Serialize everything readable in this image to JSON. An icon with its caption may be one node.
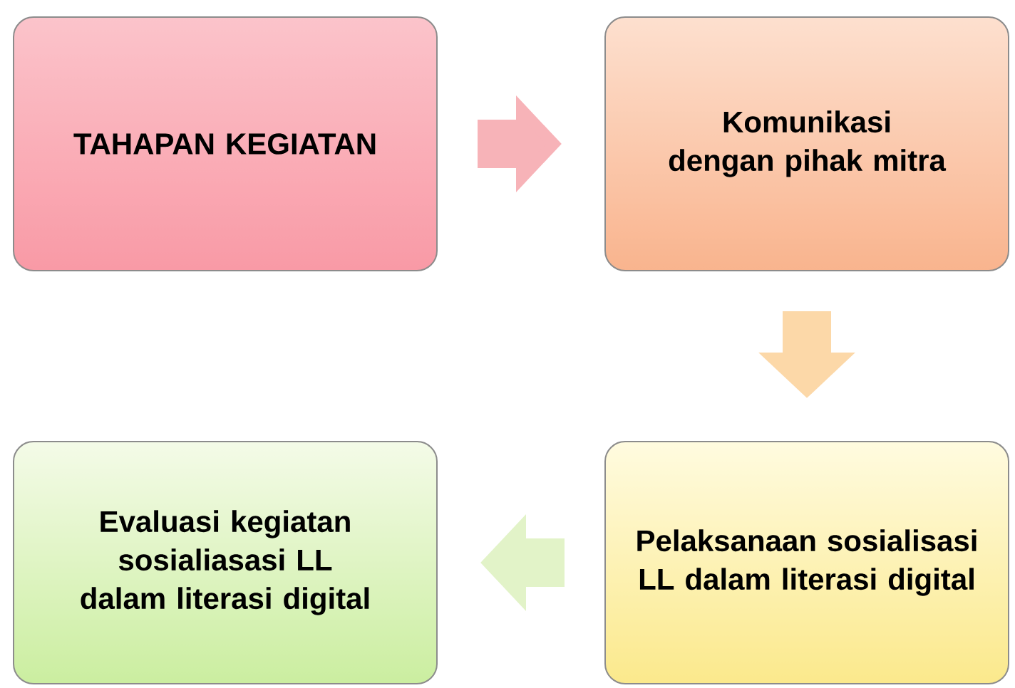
{
  "diagram": {
    "nodes": [
      {
        "text": [
          "TAHAPAN KEGIATAN"
        ]
      },
      {
        "text": [
          "Komunikasi dengan pihak mitra"
        ]
      },
      {
        "text": [
          "Pelaksanaan sosialisasi LL dalam literasi digital"
        ]
      },
      {
        "text": [
          "Evaluasi kegiatan sosialiasasi LL dalam literasi digital"
        ]
      }
    ],
    "edges": [
      {
        "from": 0,
        "to": 1,
        "arrow": "to",
        "color": "#f7b3b8"
      },
      {
        "from": 1,
        "to": 2,
        "arrow": "to",
        "color": "#fcd8a8"
      },
      {
        "from": 2,
        "to": 3,
        "arrow": "to",
        "color": "#e2f3c8"
      }
    ]
  }
}
